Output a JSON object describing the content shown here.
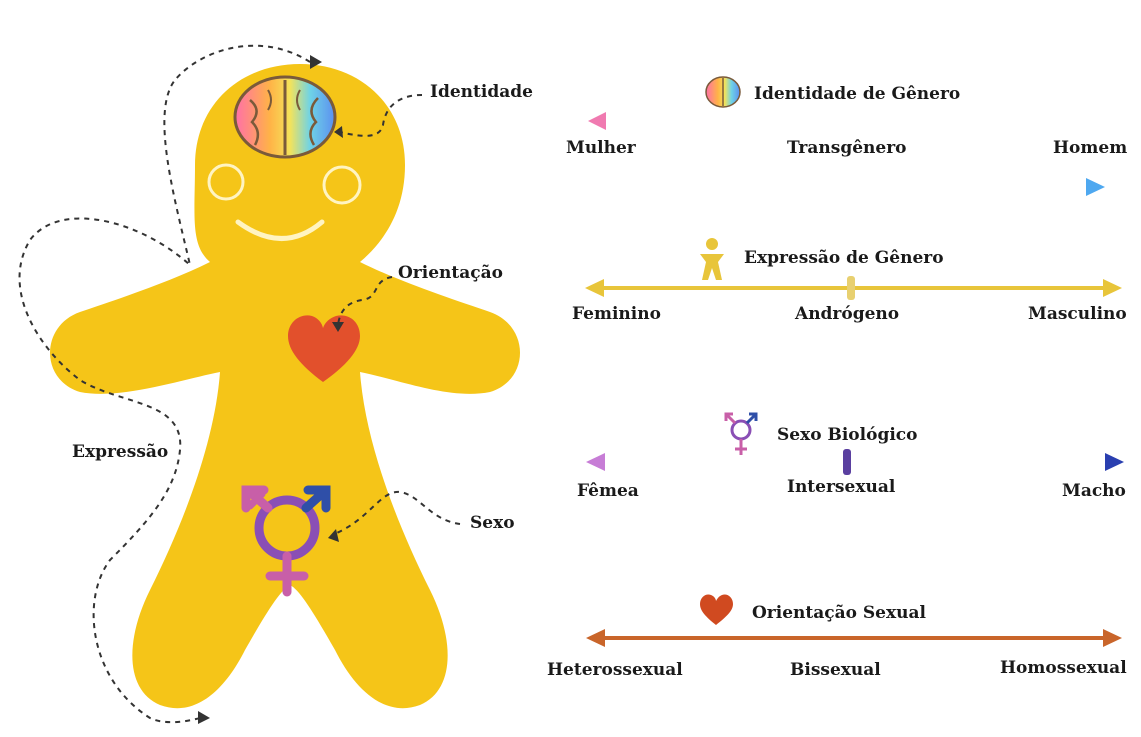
{
  "figure": {
    "labels": {
      "identidade": "Identidade",
      "orientacao": "Orientação",
      "expressao": "Expressão",
      "sexo": "Sexo"
    }
  },
  "scales": {
    "identidade": {
      "title": "Identidade de Gênero",
      "icon": "brain-icon",
      "left": "Mulher",
      "middle": "Transgênero",
      "right": "Homem"
    },
    "expressao": {
      "title": "Expressão de Gênero",
      "icon": "person-icon",
      "left": "Feminino",
      "middle": "Andrógeno",
      "right": "Masculino",
      "color": "#e8c53a"
    },
    "sexo": {
      "title": "Sexo Biológico",
      "icon": "transgender-symbol-icon",
      "left": "Fêmea",
      "middle": "Intersexual",
      "right": "Macho",
      "color_left": "#c77dd6",
      "color_right": "#2a3fb0"
    },
    "orientacao": {
      "title": "Orientação Sexual",
      "icon": "heart-icon",
      "left": "Heterossexual",
      "middle": "Bissexual",
      "right": "Homossexual",
      "color": "#c9652a"
    }
  },
  "colors": {
    "body": "#f5c518",
    "heart": "#e2502c",
    "symbol_purple": "#8a4fb5",
    "symbol_blue": "#2f4fa8",
    "symbol_pink": "#c85fa8"
  }
}
